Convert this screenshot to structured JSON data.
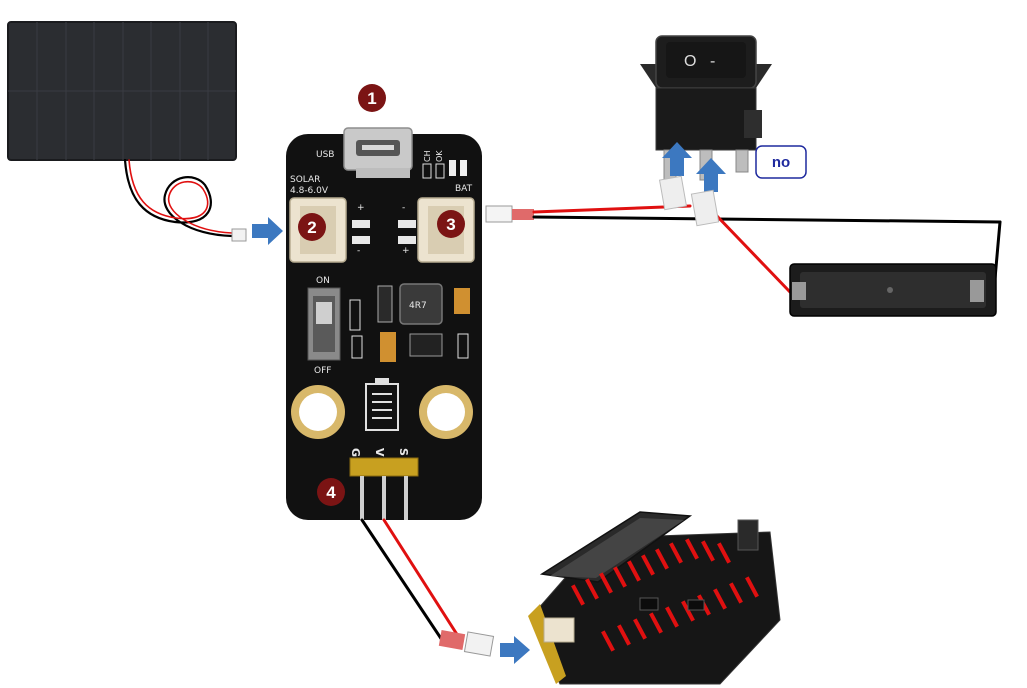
{
  "board": {
    "usb_label": "USB",
    "solar_label": "SOLAR",
    "solar_voltage": "4.8-6.0V",
    "ch_label": "CH",
    "ok_label": "OK",
    "bat_label": "BAT",
    "on_label": "ON",
    "off_label": "OFF",
    "inductor_label": "4R7",
    "plus_label": "+",
    "minus_label": "-",
    "pins": {
      "g": "G",
      "v": "V",
      "s": "S"
    }
  },
  "markers": [
    {
      "number": "1"
    },
    {
      "number": "2"
    },
    {
      "number": "3"
    },
    {
      "number": "4"
    }
  ],
  "switch": {
    "on_symbol": "O",
    "off_symbol": "-",
    "terminal_callout": "no"
  },
  "colors": {
    "marker_fill": "#7b1414",
    "arrow_fill": "#3c78c0",
    "pcb": "#111111",
    "wire_red": "#e01010",
    "wire_black": "#000000",
    "solar_panel": "#2a2c30",
    "header_gold": "#c8a020"
  }
}
